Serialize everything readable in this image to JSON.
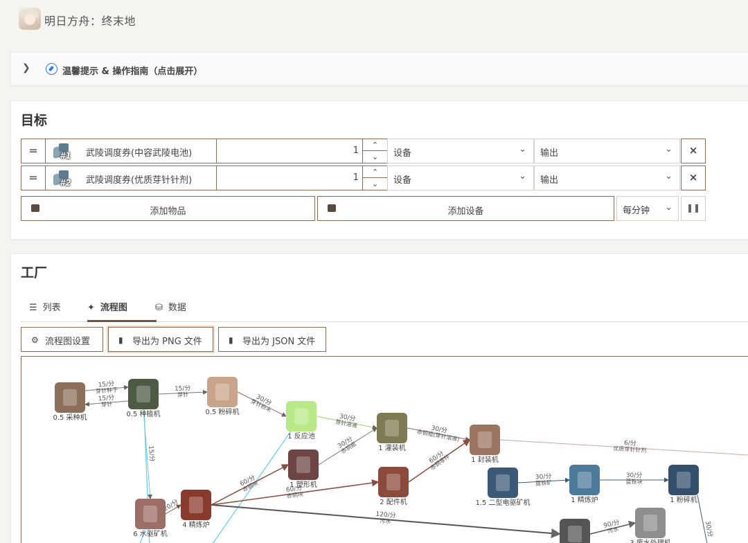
{
  "app": {
    "title": "明日方舟：终末地"
  },
  "tips": {
    "label": "温馨提示 & 操作指南（点击展开）"
  },
  "target": {
    "title": "目标",
    "rows": [
      {
        "handle": "=",
        "badge": "#1",
        "name": "武陵调度券(中容武陵电池)",
        "qty": "1",
        "unit": "设备",
        "mode": "输出",
        "remove": "×"
      },
      {
        "handle": "=",
        "badge": "#2",
        "name": "武陵调度券(优质芽针针剂)",
        "qty": "1",
        "unit": "设备",
        "mode": "输出",
        "remove": "×"
      }
    ],
    "add_item": "添加物品",
    "add_device": "添加设备",
    "rate": "每分钟"
  },
  "factory": {
    "title": "工厂",
    "tabs": [
      {
        "label": "列表"
      },
      {
        "label": "流程图"
      },
      {
        "label": "数据"
      }
    ],
    "buttons": {
      "settings": "流程图设置",
      "export_png": "导出为 PNG 文件",
      "export_json": "导出为 JSON 文件"
    }
  },
  "flow": {
    "nodes": [
      {
        "id": "n1",
        "label": "0.5 采种机",
        "color": "#8c6f5a"
      },
      {
        "id": "n2",
        "label": "0.5 种植机",
        "color": "#4e5a44"
      },
      {
        "id": "n3",
        "label": "0.5 粉碎机",
        "color": "#c9a48a"
      },
      {
        "id": "n4",
        "label": "1 反应池",
        "color": "#b8e986"
      },
      {
        "id": "n5",
        "label": "1 灌装机",
        "color": "#7e7a52"
      },
      {
        "id": "n6",
        "label": "1 封装机",
        "color": "#9c7462"
      },
      {
        "id": "n7",
        "label": "1 塑形机",
        "color": "#6e4444"
      },
      {
        "id": "n8",
        "label": "2 配件机",
        "color": "#8a4a3c"
      },
      {
        "id": "n9",
        "label": "1.5 二型电驱矿机",
        "color": "#3c5a78"
      },
      {
        "id": "n10",
        "label": "1 精炼炉",
        "color": "#4c7a9a"
      },
      {
        "id": "n11",
        "label": "1 粉碎机",
        "color": "#34506c"
      },
      {
        "id": "n12",
        "label": "4 精炼炉",
        "color": "#8a3a2c"
      },
      {
        "id": "n13",
        "label": "6 水驱矿机",
        "color": "#9c6e66"
      },
      {
        "id": "n14",
        "label": "",
        "color": "#555555"
      },
      {
        "id": "n15",
        "label": "3 废水处理机",
        "color": "#8e8e8e"
      }
    ],
    "edges": [
      {
        "id": "e1",
        "rate": "15/分",
        "item": "芽针种子"
      },
      {
        "id": "e2",
        "rate": "15/分",
        "item": "芽针"
      },
      {
        "id": "e3",
        "rate": "15/分",
        "item": "芽针"
      },
      {
        "id": "e4",
        "rate": "30/分",
        "item": "芽针粉末"
      },
      {
        "id": "e5",
        "rate": "30/分",
        "item": "芽针溶液"
      },
      {
        "id": "e6",
        "rate": "30/分",
        "item": "赤铜瓶(芽针溶液)"
      },
      {
        "id": "e7",
        "rate": "6/分",
        "item": "优质芽针针剂"
      },
      {
        "id": "e8",
        "rate": "30/分",
        "item": "赤铜瓶"
      },
      {
        "id": "e9",
        "rate": "60/分",
        "item": "赤铜零件"
      },
      {
        "id": "e10",
        "rate": "60/分",
        "item": "赤铜块"
      },
      {
        "id": "e11",
        "rate": "60/分",
        "item": "赤铜块"
      },
      {
        "id": "e12",
        "rate": "30/分",
        "item": "蓝铁矿"
      },
      {
        "id": "e13",
        "rate": "30/分",
        "item": "蓝铁块"
      },
      {
        "id": "e14",
        "rate": "120/分",
        "item": "污水"
      },
      {
        "id": "e15",
        "rate": "90/分",
        "item": "污水"
      },
      {
        "id": "e16",
        "rate": "20/分",
        "item": ""
      },
      {
        "id": "e17",
        "rate": "15/分",
        "item": ""
      },
      {
        "id": "e18",
        "rate": "30/分",
        "item": ""
      }
    ]
  }
}
